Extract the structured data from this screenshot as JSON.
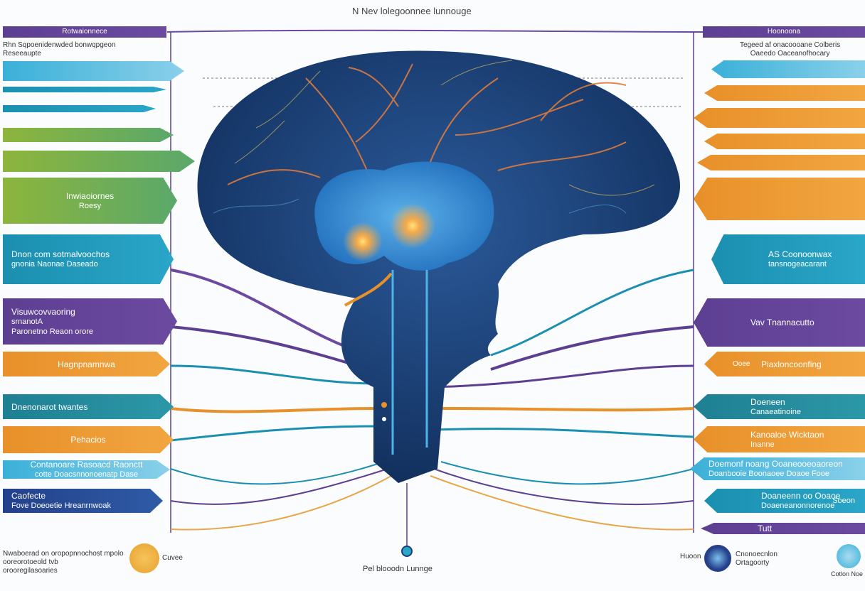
{
  "title": "N Nev lolegoonnee lunnouge",
  "footer_label": "Pel blooodn Lunnge",
  "colors": {
    "navy": "#1c3f78",
    "teal": "#1b8fb0",
    "purple": "#5d3f92",
    "orange": "#e8902a",
    "green": "#8db53c"
  },
  "left": {
    "header": "Rotwaionnece",
    "subtext": [
      "Rhn Sqpoenidenwded bonwqpgeon",
      "Reseeaupte"
    ],
    "bands": [
      {
        "lines": [
          "Inwiaoiornes",
          "Roesy"
        ]
      },
      {
        "lines": [
          "Dnon com sotmalvoochos",
          "gnonia Naonae Daseado"
        ]
      },
      {
        "lines": [
          "Visuwcovvaoring",
          "srnanotA",
          "Paronetno Reaon orore"
        ]
      },
      {
        "lines": [
          "Hagnpnamnwa"
        ]
      },
      {
        "lines": [
          "Dnenonarot twantes"
        ]
      },
      {
        "lines": [
          "Pehacios"
        ]
      },
      {
        "lines": [
          "Contanoare Rasoacd Raonctt",
          "cotte Doacsnnonoenatp Dase"
        ]
      },
      {
        "lines": [
          "Caofecte",
          "Fove Doeoetie  Hreanrnwoak"
        ]
      }
    ],
    "footnote": [
      "Nwaboerad on oropopnnochost mpolo",
      "ooreorotoeold tvb",
      "orooregilasoaries"
    ],
    "circle_label": "Cuvee"
  },
  "right": {
    "header": "Hoonoona",
    "subtext": [
      "Tegeed af onacoooane Colberis",
      "Oaeedo Oaceanofhocary"
    ],
    "bands": [
      {
        "lines": [
          "AS Coonoonwax",
          "tansnogeacarant"
        ]
      },
      {
        "lines": [
          "Vav  Tnannacutto"
        ]
      },
      {
        "lines": [
          "Piaxloncoonfing"
        ],
        "prefix": "Ooee"
      },
      {
        "lines": [
          "Doeneen",
          "Canaeatinoine"
        ]
      },
      {
        "lines": [
          "Kanoaloe  Wicktaon",
          "Inanne"
        ]
      },
      {
        "lines": [
          "Doemonf noang Ooaneooeoaoreon",
          "Doanbooie Boonaoee Doaoe Fooe"
        ]
      },
      {
        "lines": [
          "Doaneenn oo Ooaoe",
          "Doaeneanonnorenoe"
        ],
        "side": "Soeon"
      },
      {
        "lines": [
          "Tutt"
        ]
      }
    ],
    "bottom_left": "Huoon",
    "bottom_mid": [
      "Cnonoecnlon",
      "Ortagoorty"
    ],
    "bottom_right": "Cotlon Noe"
  }
}
